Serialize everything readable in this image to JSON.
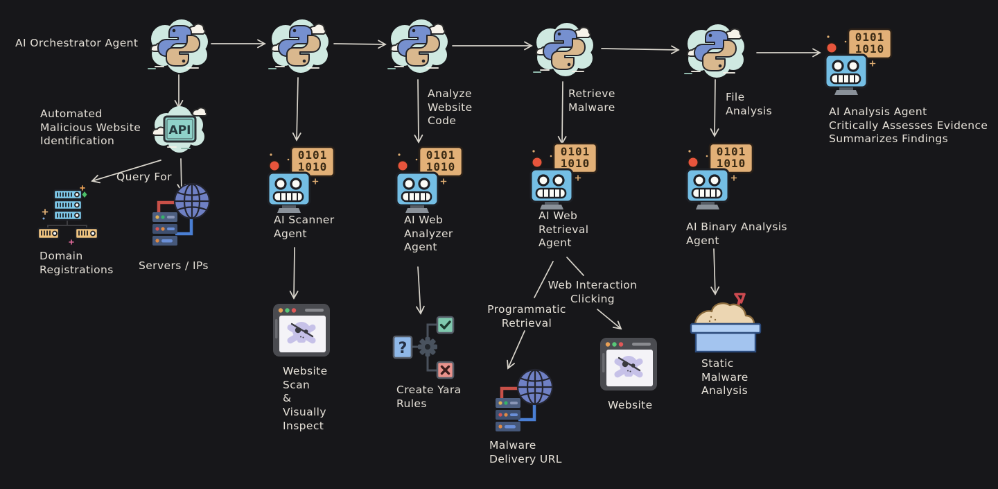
{
  "theme": {
    "background": "#17171a",
    "ink": "#e6e1d8",
    "arrow": "#d9d5cc",
    "cloud_teal": "#cfe9e1",
    "python_blue": "#7690cf",
    "python_tan": "#d9b88e",
    "robot_blue": "#74bee4",
    "bubble_orange": "#e2b077",
    "red_dot": "#e8553c",
    "server_blue": "#7ec9ea",
    "server_orange": "#efc380",
    "globe_purple": "#6f80c4",
    "check_green": "#7fc9ae",
    "cross_red": "#e9928c",
    "question_blue": "#8fb8e8",
    "sandbox_blue": "#a3c4ef",
    "sand_tan": "#ecd6b2",
    "shovel_red": "#cc4a50",
    "skull_purple": "#c6c1e8"
  },
  "bubble": {
    "line1": "0101",
    "line2": "1010"
  },
  "api": {
    "label": "API"
  },
  "yara_glyphs": {
    "question": "?"
  },
  "icons": [
    "python-cloud-icon",
    "api-cloud-icon",
    "robot-agent-icon",
    "binary-speech-bubble-icon",
    "domain-servers-icon",
    "servers-globe-icon",
    "browser-skull-icon",
    "yara-rules-icon",
    "sandbox-icon"
  ],
  "nodes": {
    "orchestrator": {
      "label": "AI Orchestrator Agent"
    },
    "automated": {
      "label": "Automated\nMalicious Website\nIdentification"
    },
    "query_for": {
      "label": "Query For"
    },
    "domain": {
      "label": "Domain\nRegistrations"
    },
    "servers_ips": {
      "label": "Servers / IPs"
    },
    "scanner": {
      "label": "AI Scanner\nAgent"
    },
    "website_scan": {
      "label": "Website\nScan\n&\nVisually\nInspect"
    },
    "analyze_code": {
      "label": "Analyze\nWebsite\nCode"
    },
    "web_analyzer": {
      "label": "AI Web\nAnalyzer\nAgent"
    },
    "create_yara": {
      "label": "Create Yara\nRules"
    },
    "retrieve_malware": {
      "label": "Retrieve\nMalware"
    },
    "web_retrieval": {
      "label": "AI Web\nRetrieval\nAgent"
    },
    "programmatic": {
      "label": "Programmatic\nRetrieval"
    },
    "web_interaction": {
      "label": "Web Interaction\nClicking"
    },
    "malware_url": {
      "label": "Malware\nDelivery URL"
    },
    "website": {
      "label": "Website"
    },
    "file_analysis": {
      "label": "File\nAnalysis"
    },
    "binary_agent": {
      "label": "AI Binary Analysis\nAgent"
    },
    "static_analysis": {
      "label": "Static\nMalware\nAnalysis"
    },
    "final_agent": {
      "label": "AI Analysis Agent\nCritically Assesses Evidence\nSummarizes Findings"
    }
  },
  "edges": [
    {
      "from": "orchestrator",
      "to": "orchestrator-step-2"
    },
    {
      "from": "orchestrator-step-2",
      "to": "orchestrator-step-3"
    },
    {
      "from": "orchestrator-step-3",
      "to": "orchestrator-step-4"
    },
    {
      "from": "orchestrator-step-4",
      "to": "orchestrator-step-5"
    },
    {
      "from": "orchestrator-step-5",
      "to": "final_agent"
    },
    {
      "from": "orchestrator",
      "to": "api"
    },
    {
      "from": "api",
      "to": "domain",
      "label": "Query For"
    },
    {
      "from": "api",
      "to": "servers_ips"
    },
    {
      "from": "orchestrator-step-2",
      "to": "scanner"
    },
    {
      "from": "scanner",
      "to": "website_scan"
    },
    {
      "from": "orchestrator-step-3",
      "to": "web_analyzer",
      "label": "Analyze Website Code"
    },
    {
      "from": "web_analyzer",
      "to": "create_yara"
    },
    {
      "from": "orchestrator-step-4",
      "to": "web_retrieval",
      "label": "Retrieve Malware"
    },
    {
      "from": "web_retrieval",
      "to": "malware_url",
      "label": "Programmatic Retrieval"
    },
    {
      "from": "web_retrieval",
      "to": "website",
      "label": "Web Interaction Clicking"
    },
    {
      "from": "orchestrator-step-5",
      "to": "binary_agent",
      "label": "File Analysis"
    },
    {
      "from": "binary_agent",
      "to": "static_analysis"
    }
  ]
}
